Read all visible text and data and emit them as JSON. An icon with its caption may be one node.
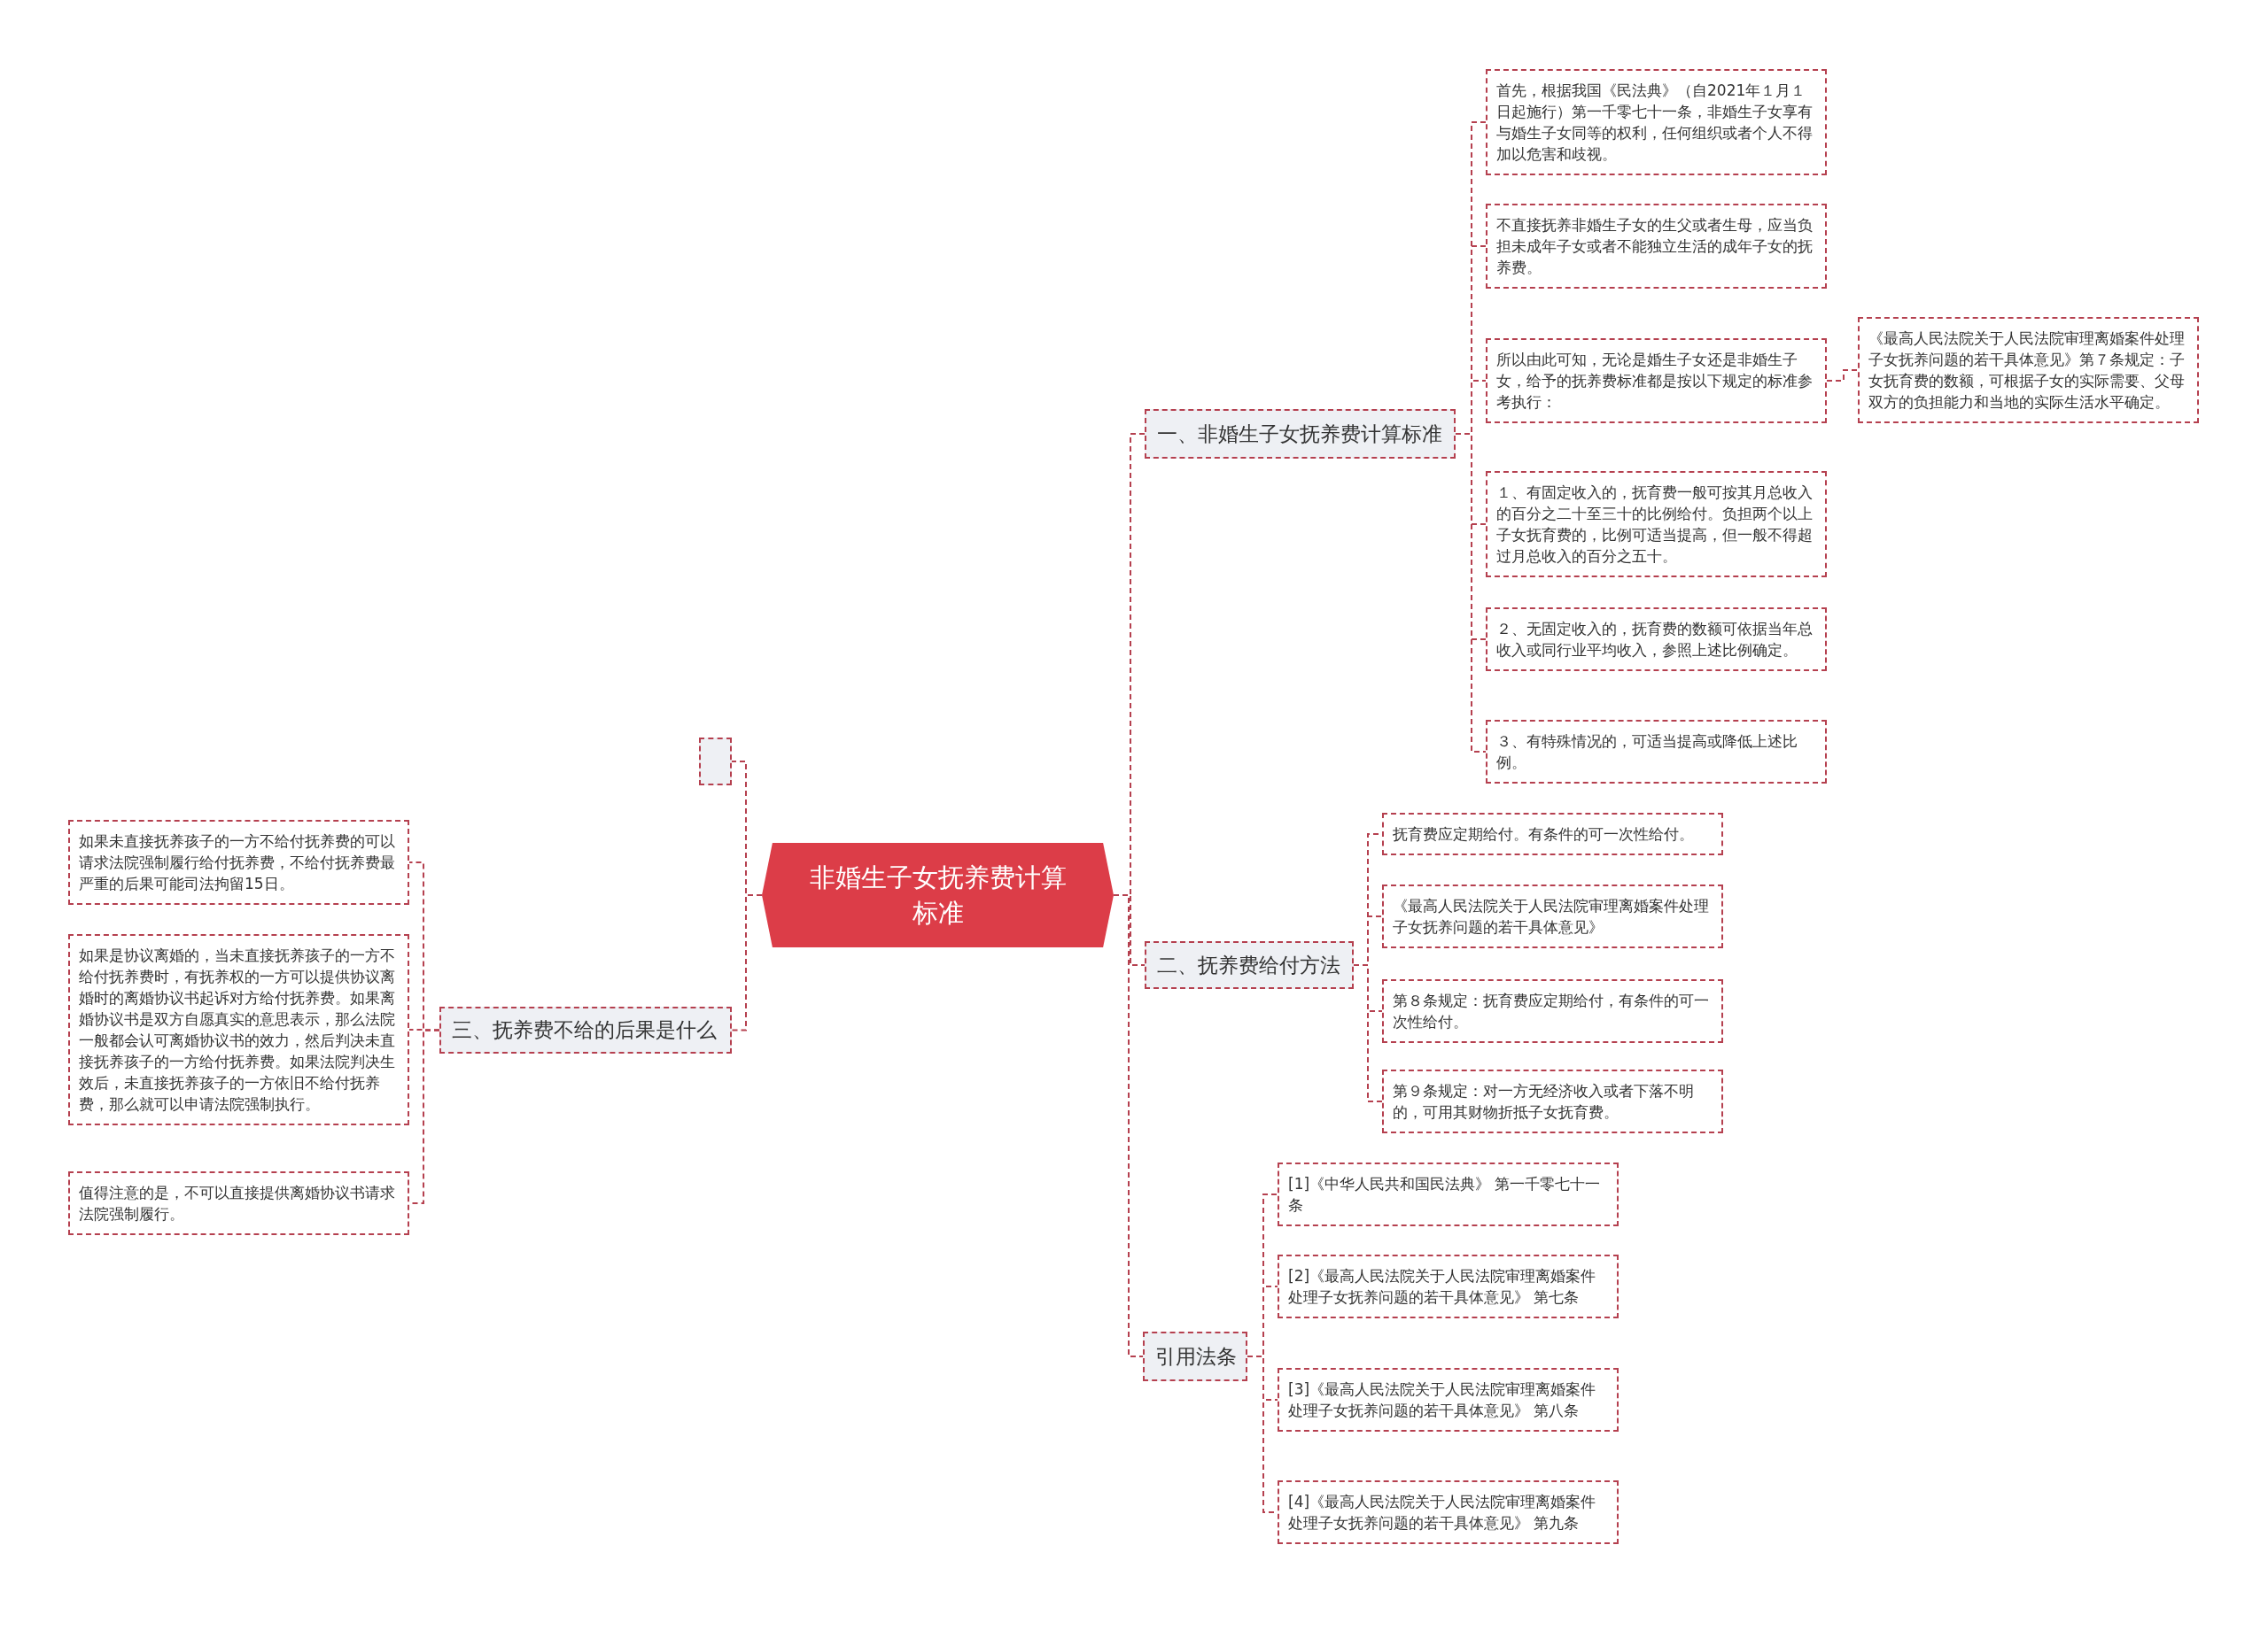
{
  "diagram": {
    "nodes": [
      {
        "text": [
          "非婚生子女抚养费计算标准"
        ]
      },
      {
        "text": [
          "一、非婚生子女抚养费计算标准"
        ]
      },
      {
        "text": [
          "首先，根据我国《民法典》（自2021年１月１日起施行）第一千零七十一条，非婚生子女享有与婚生子女同等的权利，任何组织或者个人不得加以危害和歧视。"
        ]
      },
      {
        "text": [
          "不直接抚养非婚生子女的生父或者生母，应当负担未成年子女或者不能独立生活的成年子女的抚养费。"
        ]
      },
      {
        "text": [
          "所以由此可知，无论是婚生子女还是非婚生子女，给予的抚养费标准都是按以下规定的标准参考执行："
        ]
      },
      {
        "text": [
          "《最高人民法院关于人民法院审理离婚案件处理子女抚养问题的若干具体意见》第７条规定：子女抚育费的数额，可根据子女的实际需要、父母双方的负担能力和当地的实际生活水平确定。"
        ]
      },
      {
        "text": [
          "１、有固定收入的，抚育费一般可按其月总收入的百分之二十至三十的比例给付。负担两个以上子女抚育费的，比例可适当提高，但一般不得超过月总收入的百分之五十。"
        ]
      },
      {
        "text": [
          "２、无固定收入的，抚育费的数额可依据当年总收入或同行业平均收入，参照上述比例确定。"
        ]
      },
      {
        "text": [
          "３、有特殊情况的，可适当提高或降低上述比例。"
        ]
      },
      {
        "text": [
          "二、抚养费给付方法"
        ]
      },
      {
        "text": [
          "抚育费应定期给付。有条件的可一次性给付。"
        ]
      },
      {
        "text": [
          "《最高人民法院关于人民法院审理离婚案件处理子女抚养问题的若干具体意见》"
        ]
      },
      {
        "text": [
          "第８条规定：抚育费应定期给付，有条件的可一次性给付。"
        ]
      },
      {
        "text": [
          "第９条规定：对一方无经济收入或者下落不明的，可用其财物折抵子女抚育费。"
        ]
      },
      {
        "text": [
          "引用法条"
        ]
      },
      {
        "text": [
          "[1]《中华人民共和国民法典》 第一千零七十一条"
        ]
      },
      {
        "text": [
          "[2]《最高人民法院关于人民法院审理离婚案件处理子女抚养问题的若干具体意见》 第七条"
        ]
      },
      {
        "text": [
          "[3]《最高人民法院关于人民法院审理离婚案件处理子女抚养问题的若干具体意见》 第八条"
        ]
      },
      {
        "text": [
          "[4]《最高人民法院关于人民法院审理离婚案件处理子女抚养问题的若干具体意见》 第九条"
        ]
      },
      {
        "text": [],
        "shape": "box"
      },
      {
        "text": [
          "三、抚养费不给的后果是什么"
        ]
      },
      {
        "text": [
          "如果未直接抚养孩子的一方不给付抚养费的可以请求法院强制履行给付抚养费，不给付抚养费最严重的后果可能司法拘留15日。"
        ]
      },
      {
        "text": [
          "如果是协议离婚的，当未直接抚养孩子的一方不给付抚养费时，有抚养权的一方可以提供协议离婚时的离婚协议书起诉对方给付抚养费。如果离婚协议书是双方自愿真实的意思表示，那么法院一般都会认可离婚协议书的效力，然后判决未直接抚养孩子的一方给付抚养费。如果法院判决生效后，未直接抚养孩子的一方依旧不给付抚养费，那么就可以申请法院强制执行。"
        ]
      },
      {
        "text": [
          "值得注意的是，不可以直接提供离婚协议书请求法院强制履行。"
        ]
      }
    ],
    "edges": [
      {
        "from": 0,
        "to": 1,
        "arrow": "none"
      },
      {
        "from": 1,
        "to": 2,
        "arrow": "none"
      },
      {
        "from": 1,
        "to": 3,
        "arrow": "none"
      },
      {
        "from": 1,
        "to": 4,
        "arrow": "none"
      },
      {
        "from": 4,
        "to": 5,
        "arrow": "none"
      },
      {
        "from": 1,
        "to": 6,
        "arrow": "none"
      },
      {
        "from": 1,
        "to": 7,
        "arrow": "none"
      },
      {
        "from": 1,
        "to": 8,
        "arrow": "none"
      },
      {
        "from": 0,
        "to": 9,
        "arrow": "none"
      },
      {
        "from": 9,
        "to": 10,
        "arrow": "none"
      },
      {
        "from": 9,
        "to": 11,
        "arrow": "none"
      },
      {
        "from": 9,
        "to": 12,
        "arrow": "none"
      },
      {
        "from": 9,
        "to": 13,
        "arrow": "none"
      },
      {
        "from": 0,
        "to": 14,
        "arrow": "none"
      },
      {
        "from": 14,
        "to": 15,
        "arrow": "none"
      },
      {
        "from": 14,
        "to": 16,
        "arrow": "none"
      },
      {
        "from": 14,
        "to": 17,
        "arrow": "none"
      },
      {
        "from": 14,
        "to": 18,
        "arrow": "none"
      },
      {
        "from": 0,
        "to": 19,
        "arrow": "none"
      },
      {
        "from": 0,
        "to": 20,
        "arrow": "none"
      },
      {
        "from": 20,
        "to": 21,
        "arrow": "none"
      },
      {
        "from": 20,
        "to": 22,
        "arrow": "none"
      },
      {
        "from": 20,
        "to": 23,
        "arrow": "none"
      }
    ]
  }
}
